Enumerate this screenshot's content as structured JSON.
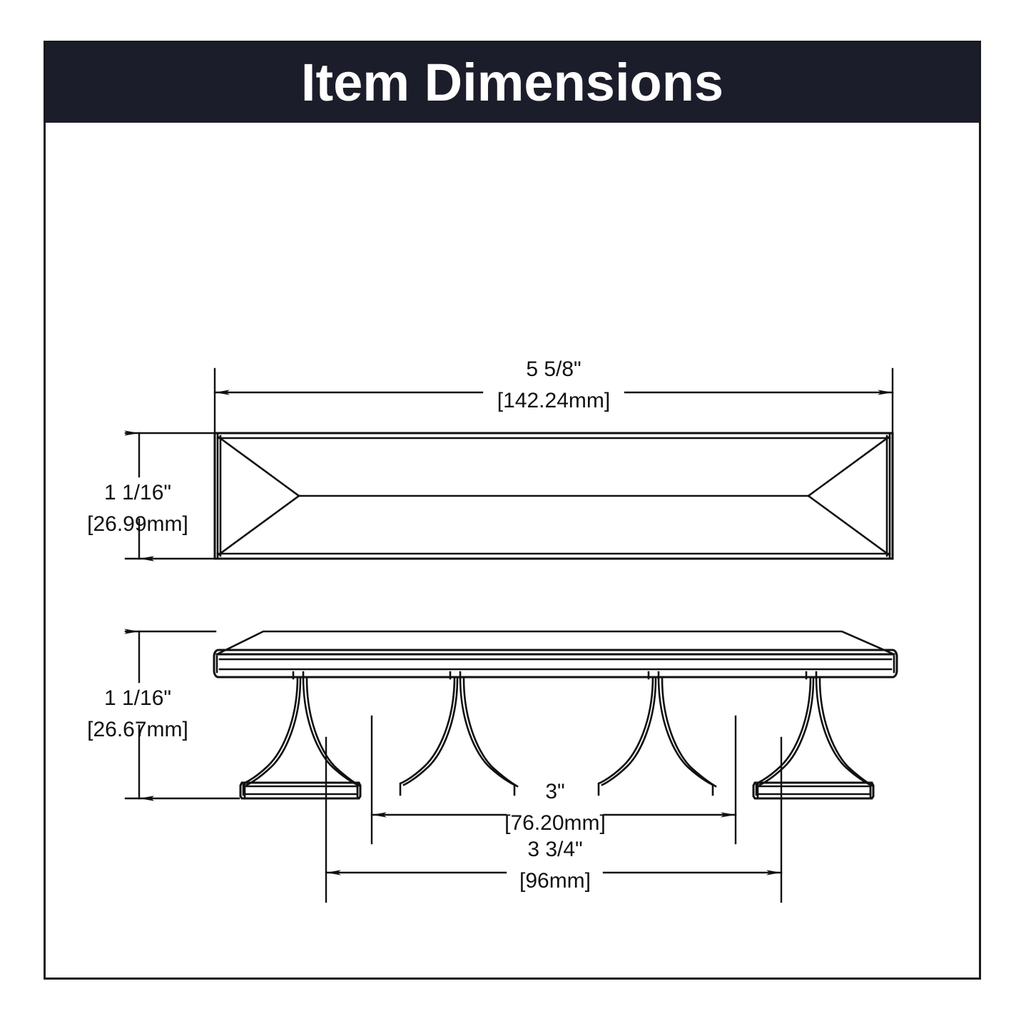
{
  "header": {
    "title": "Item Dimensions",
    "background_color": "#1b1d2a",
    "text_color": "#ffffff"
  },
  "frame": {
    "border_color": "#1a1a1a",
    "background_color": "#ffffff"
  },
  "drawing": {
    "line_color": "#111111",
    "views": [
      {
        "name": "front-view",
        "description": "Rectangular beveled bar face with mitered corner lines"
      },
      {
        "name": "side-view",
        "description": "Profile of bar with two flared concave pedestal posts and base plates"
      }
    ]
  },
  "dimensions": {
    "overall_length": {
      "name": "overall-length",
      "inches": "5 5/8\"",
      "metric": "[142.24mm]",
      "orientation": "horizontal"
    },
    "face_height": {
      "name": "face-height",
      "inches": "1 1/16\"",
      "metric": "[26.99mm]",
      "orientation": "vertical"
    },
    "profile_height": {
      "name": "profile-height",
      "inches": "1 1/16\"",
      "metric": "[26.67mm]",
      "orientation": "vertical"
    },
    "center_to_center": {
      "name": "center-to-center",
      "inches": "3\"",
      "metric": "[76.20mm]",
      "orientation": "horizontal"
    },
    "outer_center_to_center": {
      "name": "outer-center-to-center",
      "inches": "3 3/4\"",
      "metric": "[96mm]",
      "orientation": "horizontal"
    }
  }
}
